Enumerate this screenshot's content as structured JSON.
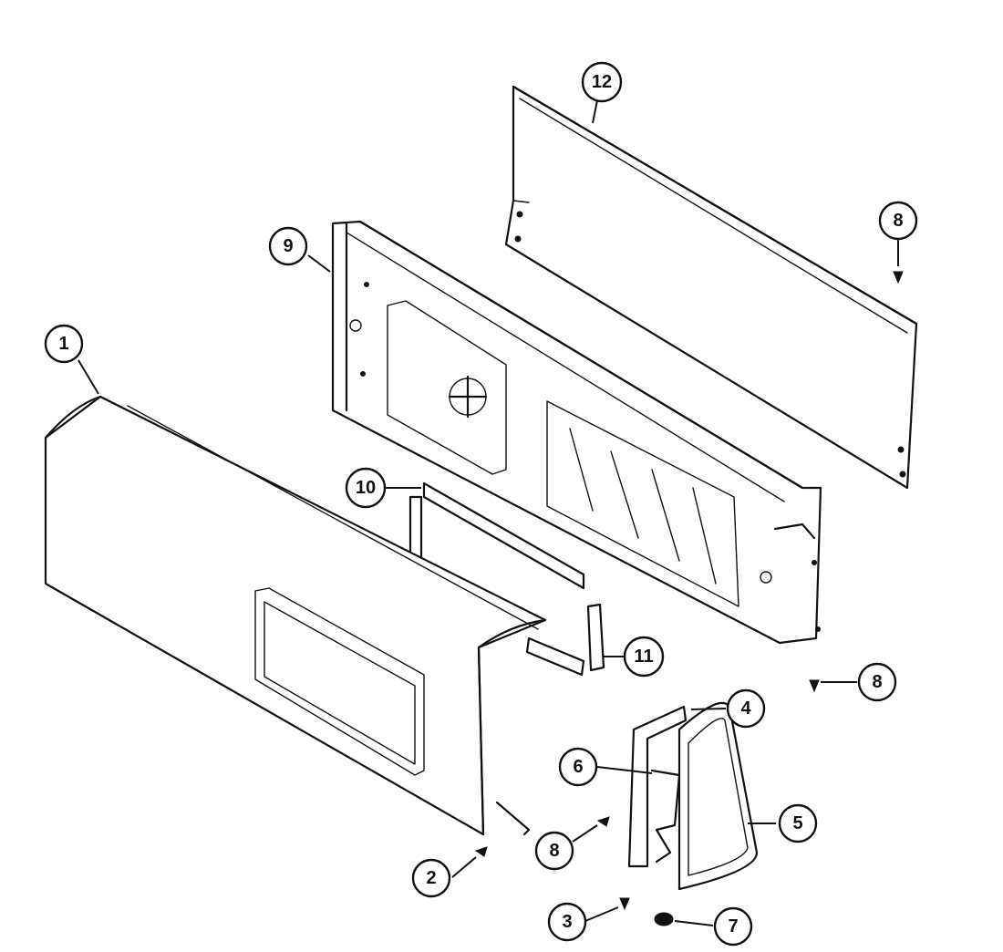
{
  "callouts": [
    {
      "id": "c1",
      "label": "1"
    },
    {
      "id": "c2",
      "label": "2"
    },
    {
      "id": "c3",
      "label": "3"
    },
    {
      "id": "c4",
      "label": "4"
    },
    {
      "id": "c5",
      "label": "5"
    },
    {
      "id": "c6",
      "label": "6"
    },
    {
      "id": "c7",
      "label": "7"
    },
    {
      "id": "c8a",
      "label": "8"
    },
    {
      "id": "c8b",
      "label": "8"
    },
    {
      "id": "c8c",
      "label": "8"
    },
    {
      "id": "c9",
      "label": "9"
    },
    {
      "id": "c10",
      "label": "10"
    },
    {
      "id": "c11",
      "label": "11"
    },
    {
      "id": "c12",
      "label": "12"
    }
  ],
  "colors": {
    "ink": "#111111",
    "paper": "#ffffff"
  }
}
